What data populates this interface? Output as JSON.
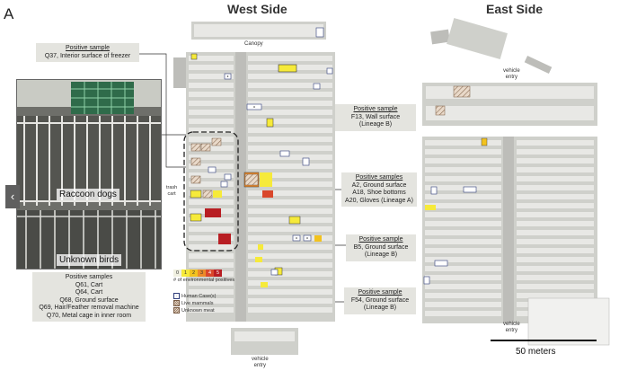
{
  "panel_letter": "A",
  "titles": {
    "west": "West Side",
    "east": "East Side"
  },
  "map_labels": {
    "canopy": "Canopy",
    "vehicle_entry_top": "vehicle\nentry",
    "vehicle_entry_right": "vehicle\nentry",
    "vehicle_entry_bottom": "vehicle\nentry",
    "trash_cart": "trash\ncart"
  },
  "photo": {
    "label_top": "Raccoon dogs",
    "label_bottom": "Unknown birds"
  },
  "callouts": [
    {
      "id": "q37",
      "heading": "Positive sample",
      "lines": [
        "Q37, Interior surface of freezer"
      ]
    },
    {
      "id": "f13",
      "heading": "Positive sample",
      "lines": [
        "F13, Wall surface",
        "(Lineage B)"
      ]
    },
    {
      "id": "a2",
      "heading": "Positive samples",
      "lines": [
        "A2, Ground surface",
        "A18, Shoe bottoms",
        "A20, Gloves (Lineage A)"
      ]
    },
    {
      "id": "b5",
      "heading": "Positive sample",
      "lines": [
        "B5, Ground surface",
        "(Lineage B)"
      ]
    },
    {
      "id": "f54",
      "heading": "Positive sample",
      "lines": [
        "F54, Ground surface",
        "(Lineage B)"
      ]
    },
    {
      "id": "qlist",
      "heading": "Positive samples",
      "lines": [
        "Q61, Cart",
        "Q64, Cart",
        "Q68, Ground surface",
        "Q69, Hair/Feather removal machine",
        "Q70, Metal cage in inner room"
      ]
    }
  ],
  "legend": {
    "scale_values": [
      "0",
      "1",
      "2",
      "3",
      "4",
      "5"
    ],
    "scale_colors": [
      "#efefe0",
      "#f6ea3a",
      "#f2c21e",
      "#ed8a28",
      "#d9472b",
      "#b81e23"
    ],
    "scale_title": "# of environmental positives",
    "items": [
      {
        "icon": "human-case",
        "label": "Human Case(s)"
      },
      {
        "icon": "live-mammals",
        "label": "Live mammals"
      },
      {
        "icon": "unknown-meat",
        "label": "Unknown meat"
      }
    ]
  },
  "scale_bar": "50 meters",
  "colors": {
    "block": "#cfd0cb",
    "stall": "#e8e8e5",
    "aisle": "#ffffff",
    "note_bg": "#e4e4df"
  }
}
